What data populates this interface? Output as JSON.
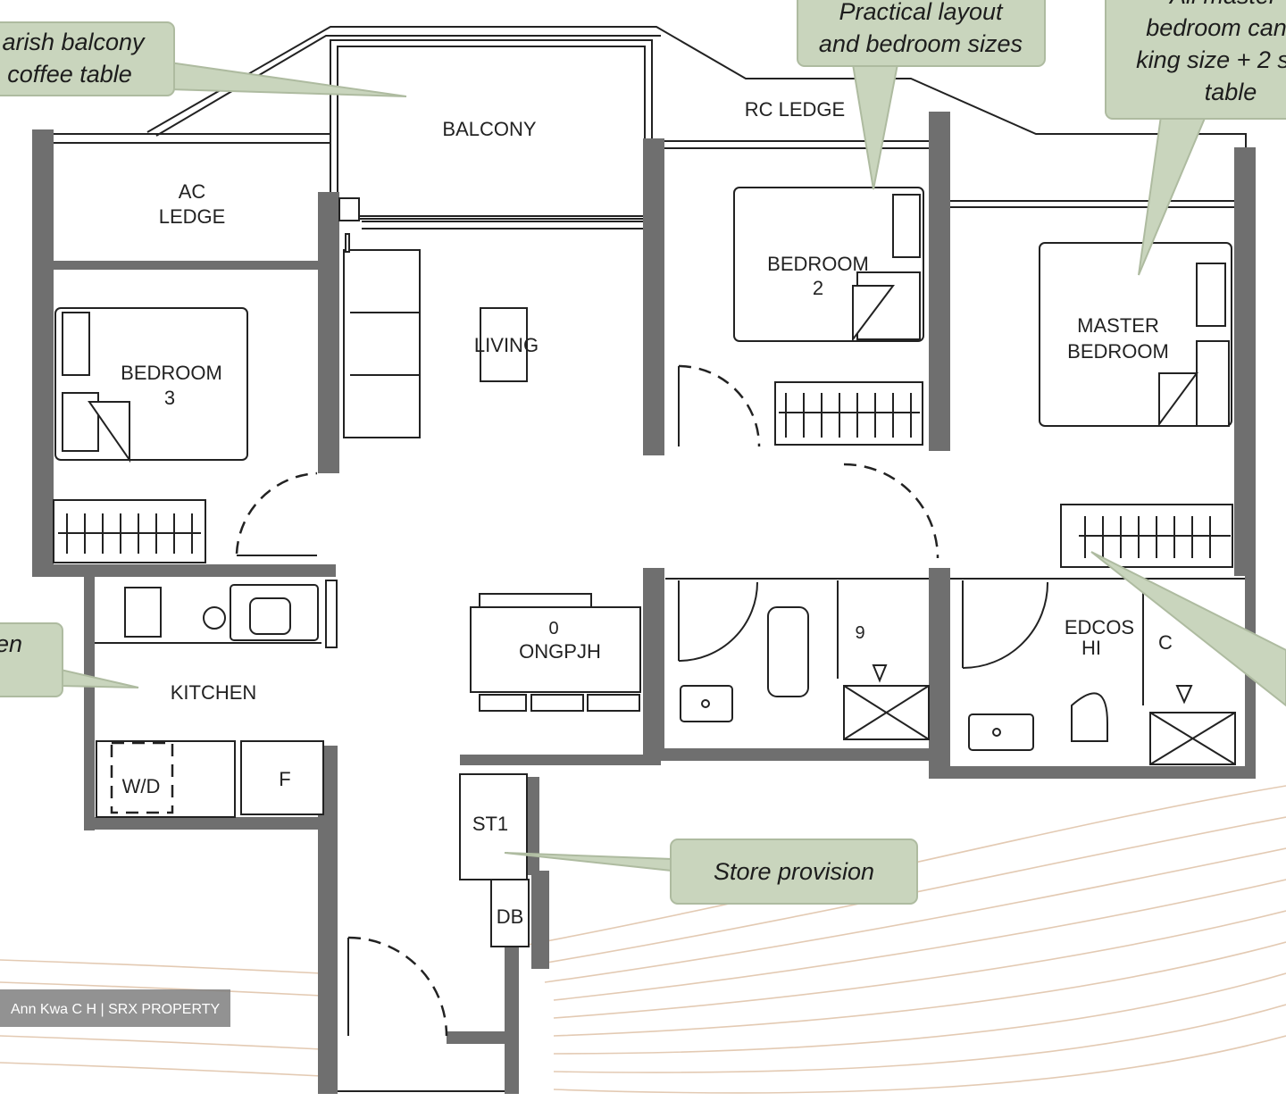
{
  "rooms": {
    "balcony": "BALCONY",
    "rc_ledge": "RC LEDGE",
    "ac_ledge_1": "AC",
    "ac_ledge_2": "LEDGE",
    "bedroom3_1": "BEDROOM",
    "bedroom3_2": "3",
    "living": "LIVING",
    "bedroom2_1": "BEDROOM",
    "bedroom2_2": "2",
    "master_1": "MASTER",
    "master_2": "BEDROOM",
    "dining": "ONGPJH",
    "kitchen": "KITCHEN",
    "wd": "W/D",
    "fridge": "F",
    "st1": "ST1",
    "db": "DB",
    "bath2_1": "EDCOS",
    "bath2_2": "HI",
    "c_label": "C",
    "nine": "9",
    "zero": "0"
  },
  "callouts": {
    "balcony_1": "arish balcony",
    "balcony_2": "coffee table",
    "bedrooms_1": "Practical layout",
    "bedrooms_2": "and bedroom sizes",
    "master_1": "All master",
    "master_2": "bedroom can",
    "master_3": "king size + 2 s",
    "master_4": "table",
    "kitchen": "en",
    "store": "Store provision"
  },
  "watermark": "Ann Kwa C H | SRX PROPERTY"
}
